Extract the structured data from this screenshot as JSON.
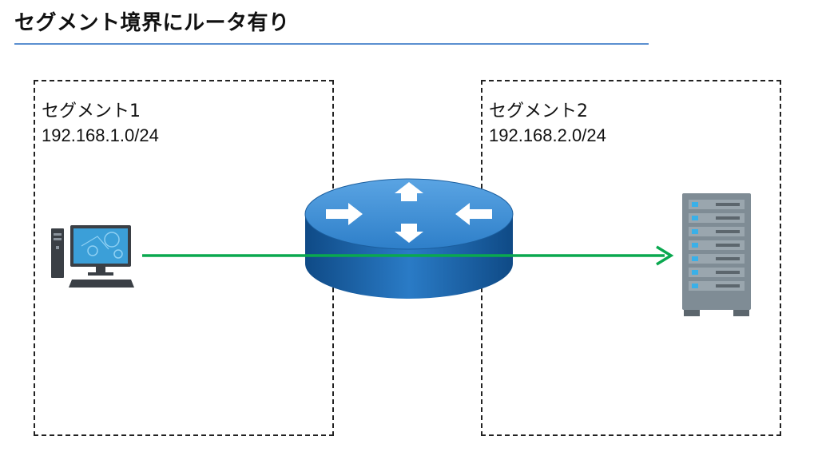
{
  "title": "セグメント境界にルータ有り",
  "segments": [
    {
      "name": "セグメント1",
      "subnet": "192.168.1.0/24"
    },
    {
      "name": "セグメント2",
      "subnet": "192.168.2.0/24"
    }
  ],
  "icons": {
    "client": "desktop-pc-icon",
    "router": "router-icon",
    "server": "server-icon"
  },
  "colors": {
    "title_rule": "#5b8fd0",
    "flow_arrow": "#0aa84f",
    "router_body": "#1a63a6",
    "router_top": "#3f8fd6",
    "server_body": "#7f8c95"
  }
}
